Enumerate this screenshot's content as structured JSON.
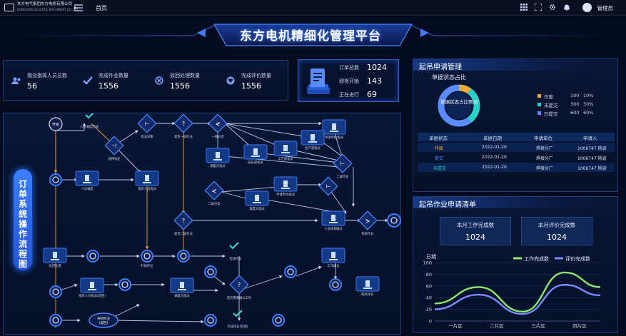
{
  "topbar": {
    "org_name": "东方电气集团东方电机有限公司",
    "org_name_en": "DONGFANG ELECTRIC MACHINERY CO.,LTD",
    "home": "首页",
    "user": "管理员"
  },
  "title": "东方电机精细化管理平台",
  "stats": [
    {
      "label": "指派指挥人员总数",
      "value": "56",
      "icon": "people-icon"
    },
    {
      "label": "完成作业数量",
      "value": "1556",
      "icon": "check-icon"
    },
    {
      "label": "驳回处理数量",
      "value": "1556",
      "icon": "reject-icon"
    },
    {
      "label": "完成评价数量",
      "value": "1556",
      "icon": "heart-icon"
    }
  ],
  "orders": {
    "items": [
      {
        "label": "订单总数",
        "value": "1024"
      },
      {
        "label": "即将开始",
        "value": "143"
      },
      {
        "label": "正在进行",
        "value": "69"
      }
    ]
  },
  "flow": {
    "title": "订单系统操作流程图",
    "nodes": {
      "start": "开始",
      "n1": "人员调度完成",
      "n2": "选择机走",
      "n3": "指派对象",
      "n4": "是否一级作业",
      "n5": "一级分流",
      "n6": "申请单位指派",
      "n7": "生产部指派",
      "n8": "工艺部指派",
      "n9": "安技部指派",
      "n10": "调度员指派",
      "n11": "人员调度",
      "n12": "指挥人员指派",
      "n13": "二级作业",
      "n14": "二级分流",
      "n15": "申请单位指派",
      "n16": "调度员指派",
      "n17": "是否二级作业",
      "n18": "人员核查确认",
      "n19": "指挥作业",
      "n20": "驳回处理",
      "n21": "开始作业",
      "n22": "完成作业",
      "n23": "工作确认",
      "n24": "指挥人员指派(驳回)",
      "n25": "调度员指派",
      "n26": "是否需要确认工时",
      "n27": "服务评价",
      "n28": "开始作业(驳回)",
      "n29": "完成作业(驳回)"
    }
  },
  "request": {
    "title": "起吊申请管理",
    "subtitle": "单据状态占比",
    "donut_center": "单据状态占比情况",
    "legend": [
      {
        "name": "作废",
        "count": "100",
        "pct": "10%",
        "color": "#f2a93b",
        "fraction": 0.1
      },
      {
        "name": "未提交",
        "count": "300",
        "pct": "30%",
        "color": "#2ad1c9",
        "fraction": 0.3
      },
      {
        "name": "已提交",
        "count": "600",
        "pct": "60%",
        "color": "#5b8cff",
        "fraction": 0.6
      }
    ],
    "columns": [
      "单据状态",
      "单据日期",
      "申请单位",
      "申请人"
    ],
    "rows": [
      {
        "status": "作废",
        "date": "2022-01-20",
        "unit": "焊接分厂",
        "applicant": "1006747 杨波",
        "color": "#f2a93b"
      },
      {
        "status": "提交",
        "date": "2022-01-20",
        "unit": "焊接分厂",
        "applicant": "1006747 杨波",
        "color": "#5b8cff"
      },
      {
        "status": "未提交",
        "date": "2022-01-20",
        "unit": "焊接分厂",
        "applicant": "1006747 杨波",
        "color": "#2ad1c9"
      }
    ]
  },
  "work": {
    "title": "起吊作业申请清单",
    "kpis": [
      {
        "label": "本月工作完成数",
        "value": "1024"
      },
      {
        "label": "本月评价完成数",
        "value": "1024"
      }
    ]
  },
  "chart_data": {
    "type": "line",
    "categories": [
      "一片区",
      "二片区",
      "三片区",
      "四片区"
    ],
    "ylabel": "日期",
    "ylim": [
      0,
      100
    ],
    "yticks": [
      0,
      20,
      40,
      60,
      80,
      100
    ],
    "series": [
      {
        "name": "工作完成数",
        "color": "#8be86b",
        "values": [
          30,
          58,
          16,
          83,
          58
        ]
      },
      {
        "name": "评价完成数",
        "color": "#7a8cff",
        "values": [
          20,
          45,
          12,
          62,
          44
        ]
      }
    ],
    "x_positions": [
      0,
      1.05,
      2.1,
      3.1,
      3.95
    ]
  }
}
